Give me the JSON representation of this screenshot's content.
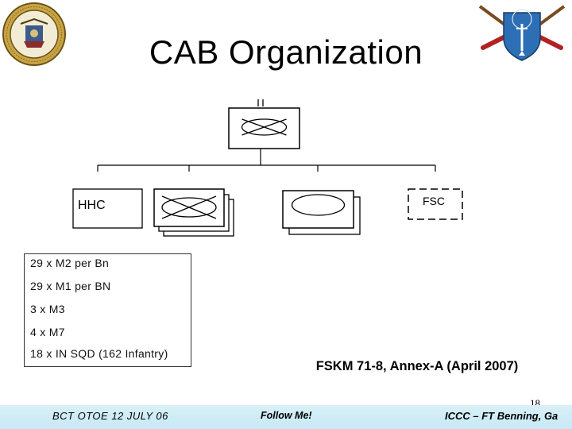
{
  "slide": {
    "title": "CAB Organization",
    "page_number": "18"
  },
  "chart": {
    "units": [
      {
        "id": "hq",
        "symbol": "infantry-armor-battalion",
        "echelon": "II"
      },
      {
        "id": "hhc",
        "label": "HHC"
      },
      {
        "id": "combined-arms-company",
        "symbol": "infantry-company-stacked"
      },
      {
        "id": "armor-company",
        "symbol": "armor-company-stacked"
      },
      {
        "id": "fsc",
        "label": "FSC",
        "style": "dashed-attached"
      }
    ]
  },
  "equipment": {
    "items": [
      "29 x M2 per Bn",
      "29 x M1 per BN",
      "3 x M3",
      "4 x M7",
      "18 x IN SQD (162 Infantry)"
    ]
  },
  "reference": "FSKM 71-8, Annex-A (April 2007)",
  "footer": {
    "left": "BCT OTOE 12 JULY 06",
    "middle": "Follow Me!",
    "right": "ICCC – FT Benning, Ga"
  },
  "colors": {
    "footer_band": "#c7e9f5",
    "seal_ring": "#b08a2e",
    "crest_blue": "#2d6fb5",
    "crest_red": "#b22222"
  }
}
